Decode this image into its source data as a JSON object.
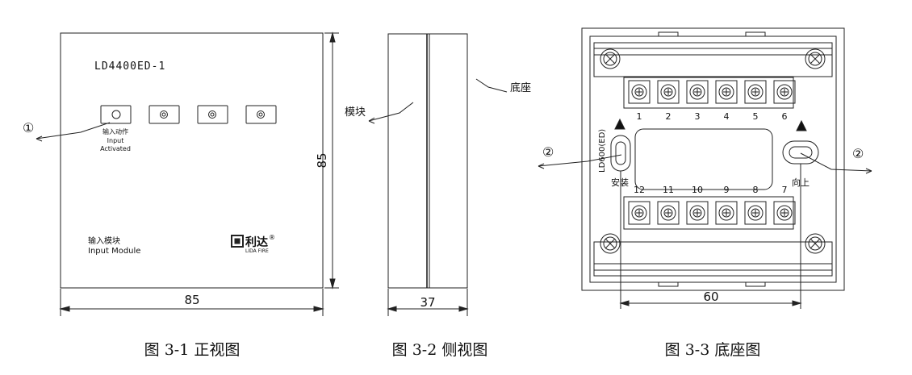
{
  "front": {
    "model": "LD4400ED-1",
    "callout_1": "①",
    "led_label_cn": "输入动作",
    "led_label_en1": "Input",
    "led_label_en2": "Activated",
    "module_cn": "输入模块",
    "module_en": "Input Module",
    "brand": "利达",
    "brand_reg": "®",
    "brand_sub": "LIDA FIRE",
    "dim_width": "85",
    "dim_height": "85",
    "caption": "图 3-1 正视图"
  },
  "side": {
    "label_module": "模块",
    "label_base": "底座",
    "dim_depth": "37",
    "caption": "图 3-2 侧视图"
  },
  "base": {
    "callout_left": "②",
    "callout_right": "②",
    "vertical_text": "LD600(ED)",
    "install_text": "安装",
    "up_text": "向上",
    "top_terminals": [
      "1",
      "2",
      "3",
      "4",
      "5",
      "6"
    ],
    "bottom_terminals": [
      "12",
      "11",
      "10",
      "9",
      "8",
      "7"
    ],
    "dim_hole_spacing": "60",
    "caption": "图 3-3 底座图"
  }
}
